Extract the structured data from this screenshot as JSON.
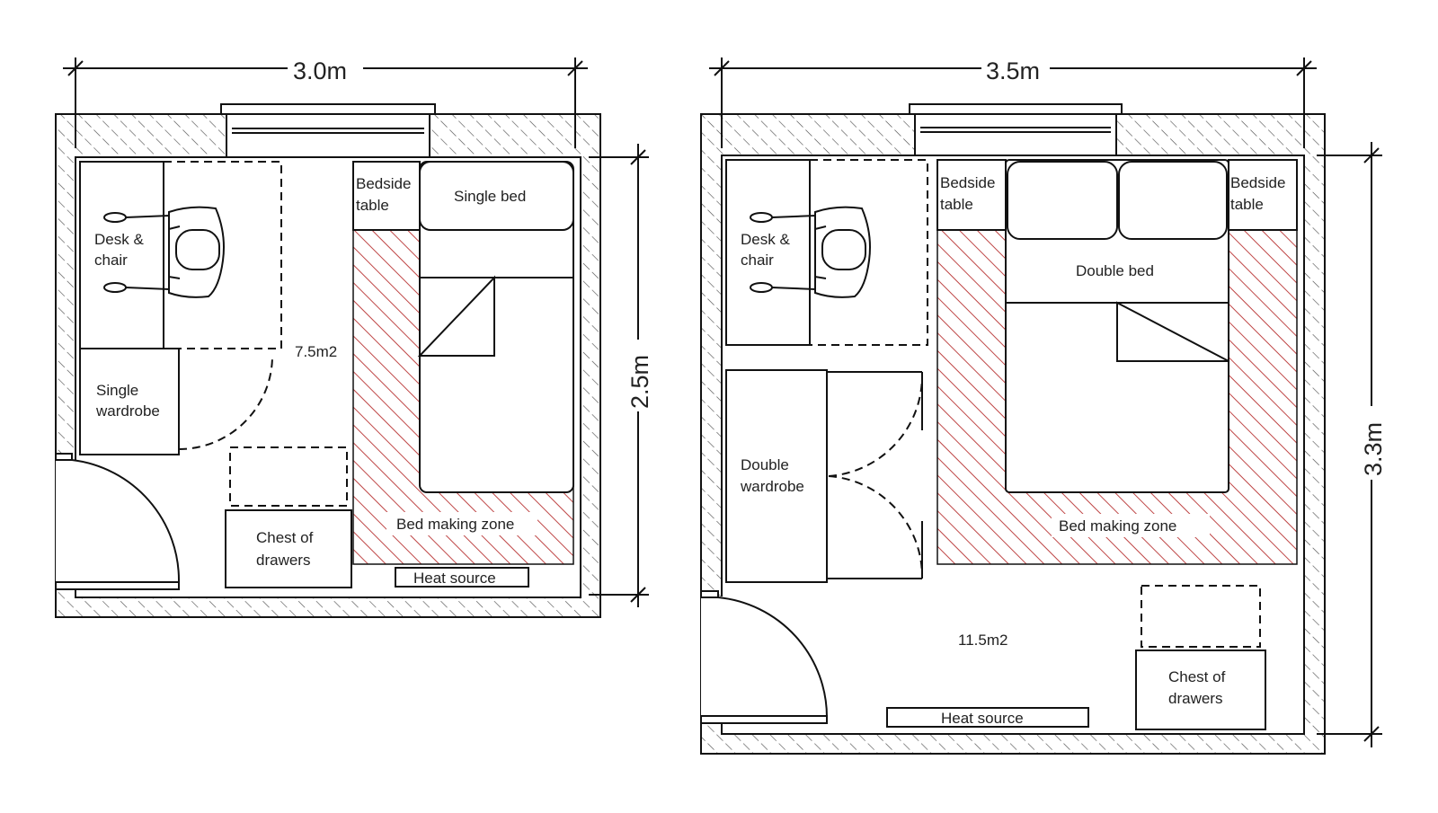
{
  "plan_small": {
    "width_label": "3.0m",
    "depth_label": "2.5m",
    "area_label": "7.5m2",
    "desk_label": [
      "Desk &",
      "chair"
    ],
    "wardrobe_label": [
      "Single",
      "wardrobe"
    ],
    "bedside_label": [
      "Bedside",
      "table"
    ],
    "bed_label": "Single bed",
    "bed_zone_label": "Bed making zone",
    "chest_label": [
      "Chest of",
      "drawers"
    ],
    "heat_label": "Heat source"
  },
  "plan_large": {
    "width_label": "3.5m",
    "depth_label": "3.3m",
    "area_label": "11.5m2",
    "desk_label": [
      "Desk &",
      "chair"
    ],
    "wardrobe_label": [
      "Double",
      "wardrobe"
    ],
    "bedside_left_label": [
      "Bedside",
      "table"
    ],
    "bedside_right_label": [
      "Bedside",
      "table"
    ],
    "bed_label": "Double bed",
    "bed_zone_label": "Bed making zone",
    "chest_label": [
      "Chest of",
      "drawers"
    ],
    "heat_label": "Heat source"
  },
  "colors": {
    "wall_hatch": "#555555",
    "bed_zone_hatch": "#b83232",
    "line": "#111111"
  }
}
